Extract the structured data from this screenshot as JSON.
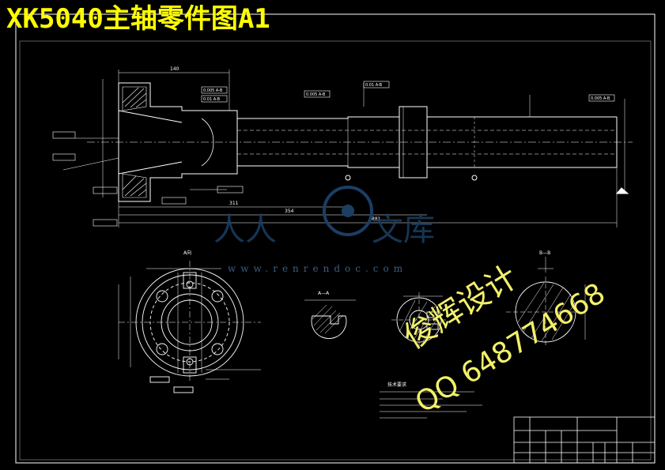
{
  "drawing": {
    "title": "XK5040主轴零件图A1",
    "section_label_a": "A—A",
    "section_label_b": "B—B",
    "view_label": "A向",
    "tech_req_title": "技术要求",
    "dims": {
      "overall_length": "881",
      "seg_354": "354",
      "seg_311": "311",
      "seg_140": "140"
    },
    "tolerance_flags": [
      "0.005 A-B",
      "0.01 A-B",
      "0.005 A-B",
      "0.01 A-B",
      "0.005 A-B"
    ]
  },
  "watermark": {
    "cn_left": "人人",
    "cn_right": "文库",
    "url": "www.renrendoc.com"
  },
  "stamp": {
    "line1": "俊辉设计",
    "line2": "QQ 648774668"
  },
  "colors": {
    "background": "#000000",
    "lines": "#ffffff",
    "title": "#ffff00",
    "watermark": "#1b3f63",
    "stamp": "#f2f06a"
  }
}
